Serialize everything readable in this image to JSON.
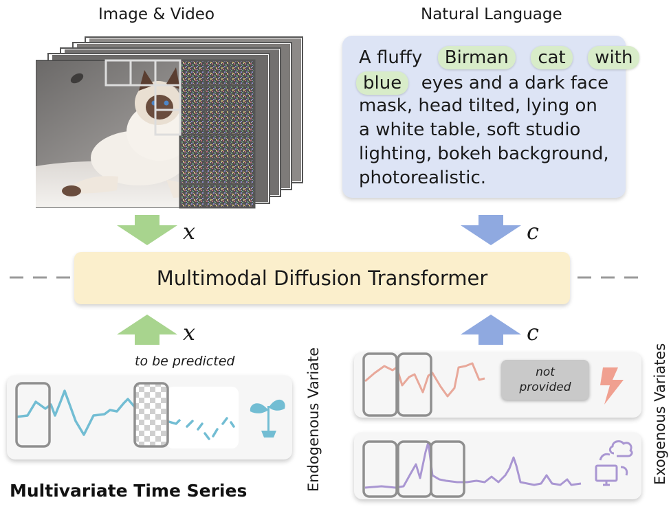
{
  "headings": {
    "image_video": "Image & Video",
    "natural_language": "Natural Language"
  },
  "prompt": {
    "segments": [
      {
        "text": "A fluffy",
        "highlight": false
      },
      {
        "text": "Birman",
        "highlight": true
      },
      {
        "text": "cat",
        "highlight": true
      },
      {
        "text": "with",
        "highlight": true
      },
      {
        "text": "blue",
        "highlight": true
      },
      {
        "text": "eyes and a dark face",
        "highlight": false
      },
      {
        "text": "mask, head tilted, lying on",
        "highlight": false
      },
      {
        "text": "a white table, soft studio",
        "highlight": false
      },
      {
        "text": "lighting, bokeh background,",
        "highlight": false
      },
      {
        "text": "photorealistic.",
        "highlight": false
      }
    ]
  },
  "transformer": {
    "label": "Multimodal Diffusion Transformer"
  },
  "symbols": {
    "x_top": "x",
    "c_top": "c",
    "x_bottom": "x",
    "c_bottom": "c"
  },
  "endogenous": {
    "annotation": "to be predicted",
    "label": "Endogenous Variate",
    "icon": "seedling-icon"
  },
  "exogenous": {
    "label": "Exogenous Variates",
    "not_provided_line1": "not",
    "not_provided_line2": "provided",
    "icons": [
      "lightning-icon",
      "cloud-computer-icon"
    ]
  },
  "title": "Multivariate Time Series",
  "colors": {
    "arrow_green": "#a8d48e",
    "arrow_blue": "#8fa9e0",
    "endo_line": "#72bdd3",
    "exo_line_1": "#e8a89a",
    "exo_line_2": "#a996d2",
    "transformer_bg": "#fbefcc",
    "prompt_bg": "#dde4f5",
    "highlight_bg": "#d8ecc9"
  }
}
